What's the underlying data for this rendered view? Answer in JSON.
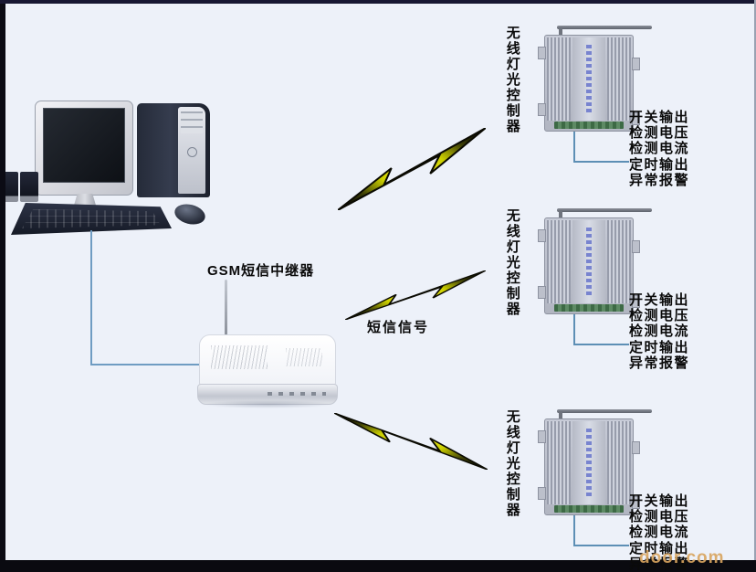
{
  "diagram": {
    "relay_label": "GSM短信中继器",
    "signal_label": "短信信号",
    "controllers": [
      {
        "label": "无线灯光控制器",
        "outputs": [
          "开关输出",
          "检测电压",
          "检测电流",
          "定时输出",
          "异常报警"
        ]
      },
      {
        "label": "无线灯光控制器",
        "outputs": [
          "开关输出",
          "检测电压",
          "检测电流",
          "定时输出",
          "异常报警"
        ]
      },
      {
        "label": "无线灯光控制器",
        "outputs": [
          "开关输出",
          "检测电压",
          "检测电流",
          "定时输出",
          "异常报警"
        ]
      }
    ],
    "watermark": "door.com",
    "colors": {
      "background": "#edf1f9",
      "connector_line": "#5d8fb5",
      "bolt_core": "#f2e600",
      "label_text": "#0a0a0a",
      "watermark": "#d9a55f"
    }
  }
}
